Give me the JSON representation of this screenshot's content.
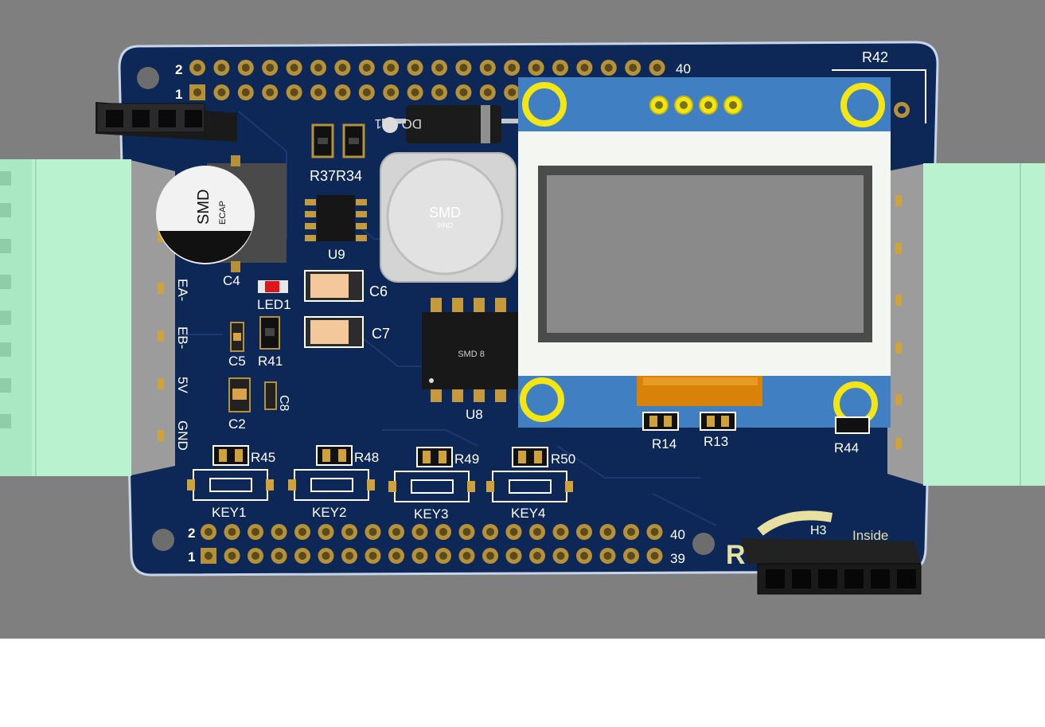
{
  "viewport": {
    "background": "#7f7f7f",
    "below_background": "#ffffff"
  },
  "colors": {
    "pcb": "#0d2757",
    "pcb_edge": "#c9d6ea",
    "silkscreen": "#ffffff",
    "pad_gold": "#b5923a",
    "terminal_green": "#b8f2cf",
    "oled_blue": "#3f7fc2",
    "oled_glass": "#8a8a8a",
    "mount_ring": "#f4e514",
    "flex_cable": "#d9820a",
    "led_red": "#e01515",
    "cap_tan": "#f3c89a"
  },
  "board": {
    "header_top_row_labels": {
      "left_upper": "2",
      "left_lower": "1",
      "right_upper": "40"
    },
    "header_bottom_row_labels": {
      "left_upper": "2",
      "left_lower": "1",
      "right_upper": "40",
      "right_lower": "39"
    },
    "diode": {
      "label": "DO-201"
    },
    "inductor": {
      "label": "SMD",
      "sublabel": "9IND"
    },
    "ecap": {
      "label": "SMD",
      "sublabel": "ECAP"
    },
    "ic_u8": {
      "label": "SMD 8"
    },
    "terminal_labels": [
      "EA-",
      "EB-",
      "5V",
      "GND"
    ],
    "designators": {
      "r42": "R42",
      "r37r34": "R37R34",
      "u9": "U9",
      "c4": "C4",
      "led1": "LED1",
      "c6": "C6",
      "c7": "C7",
      "c5": "C5",
      "r41": "R41",
      "c2": "C2",
      "c8": "C8",
      "u8": "U8",
      "r14": "R14",
      "r13": "R13",
      "r44": "R44",
      "r45": "R45",
      "r48": "R48",
      "r49": "R49",
      "r50": "R50",
      "key1": "KEY1",
      "key2": "KEY2",
      "key3": "KEY3",
      "key4": "KEY4",
      "h3": "H3",
      "inside": "Inside"
    }
  }
}
